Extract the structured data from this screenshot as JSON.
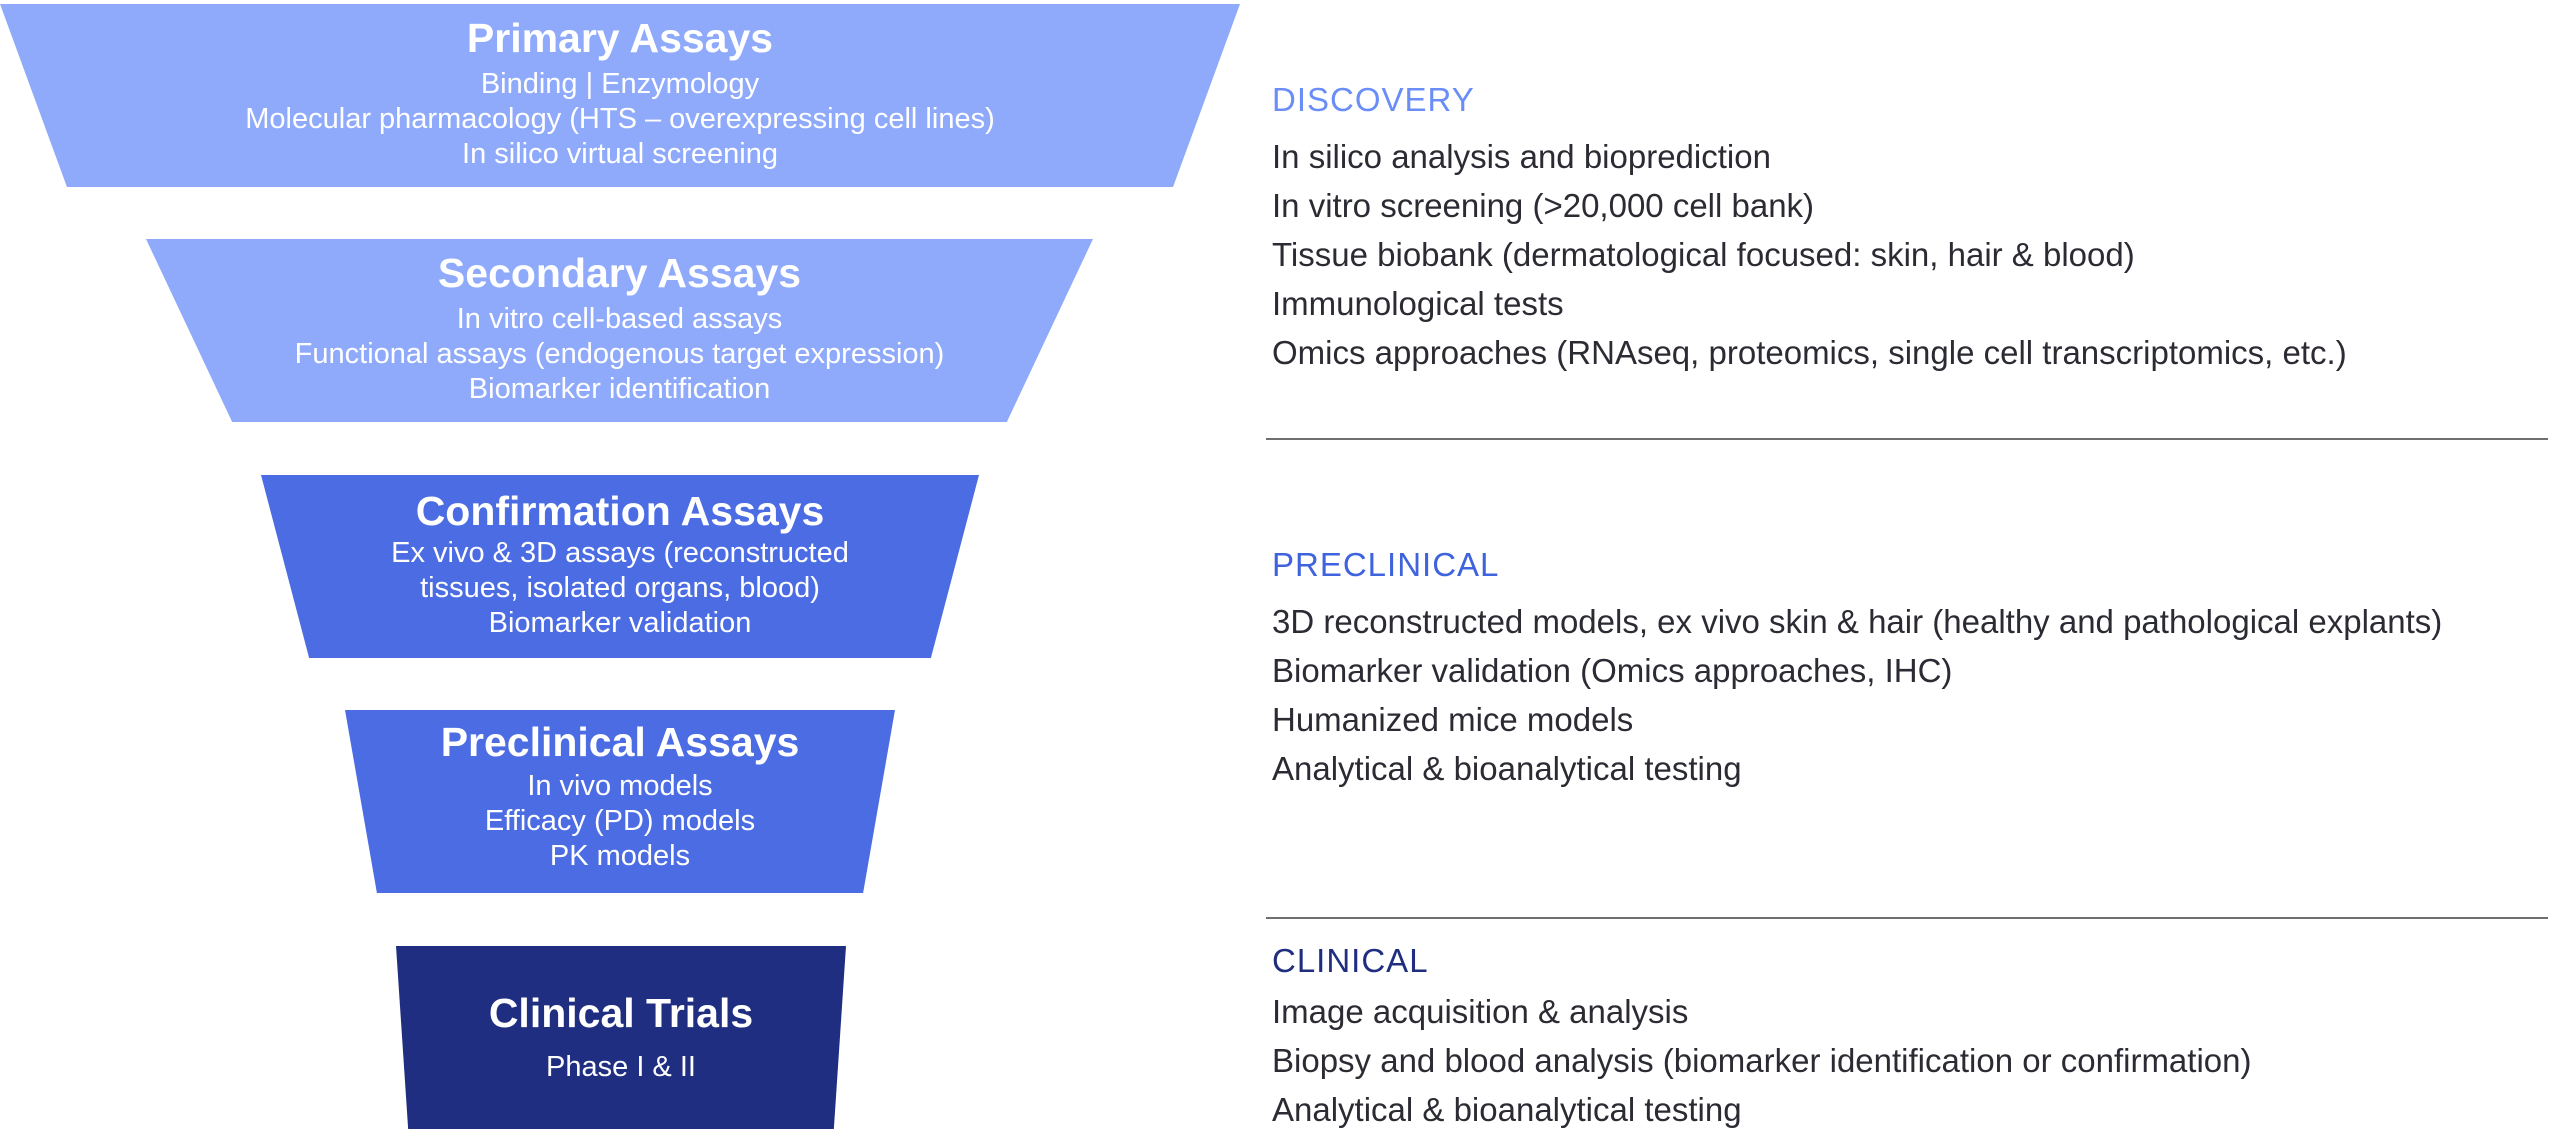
{
  "funnel": [
    {
      "title": "Primary Assays",
      "lines": [
        "Binding | Enzymology",
        "Molecular pharmacology (HTS – overexpressing cell lines)",
        "In silico virtual screening"
      ],
      "color": "#8faafb"
    },
    {
      "title": "Secondary Assays",
      "lines": [
        "In vitro cell-based assays",
        "Functional assays (endogenous target expression)",
        "Biomarker identification"
      ],
      "color": "#8faafb"
    },
    {
      "title": "Confirmation Assays",
      "lines": [
        "Ex vivo & 3D assays (reconstructed",
        "tissues, isolated organs, blood)",
        "Biomarker validation"
      ],
      "color": "#4b6ce3"
    },
    {
      "title": "Preclinical Assays",
      "lines": [
        "In vivo models",
        "Efficacy (PD) models",
        "PK models"
      ],
      "color": "#4b6ce3"
    },
    {
      "title": "Clinical Trials",
      "lines": [
        "Phase I & II"
      ],
      "color": "#1f2e80"
    }
  ],
  "phases": [
    {
      "heading": "DISCOVERY",
      "color": "#6a8df7",
      "items": [
        "In silico analysis and bioprediction",
        "In vitro screening (>20,000 cell bank)",
        "Tissue biobank (dermatological focused: skin, hair & blood)",
        "Immunological tests",
        "Omics approaches (RNAseq, proteomics, single cell transcriptomics, etc.)"
      ]
    },
    {
      "heading": "PRECLINICAL",
      "color": "#3f63dc",
      "items": [
        "3D reconstructed models, ex vivo skin & hair (healthy and pathological explants)",
        "Biomarker validation (Omics approaches, IHC)",
        "Humanized mice models",
        "Analytical & bioanalytical testing"
      ]
    },
    {
      "heading": "CLINICAL",
      "color": "#1f2e80",
      "items": [
        "Image acquisition & analysis",
        "Biopsy and blood analysis (biomarker identification or confirmation)",
        "Analytical & bioanalytical testing"
      ]
    }
  ]
}
